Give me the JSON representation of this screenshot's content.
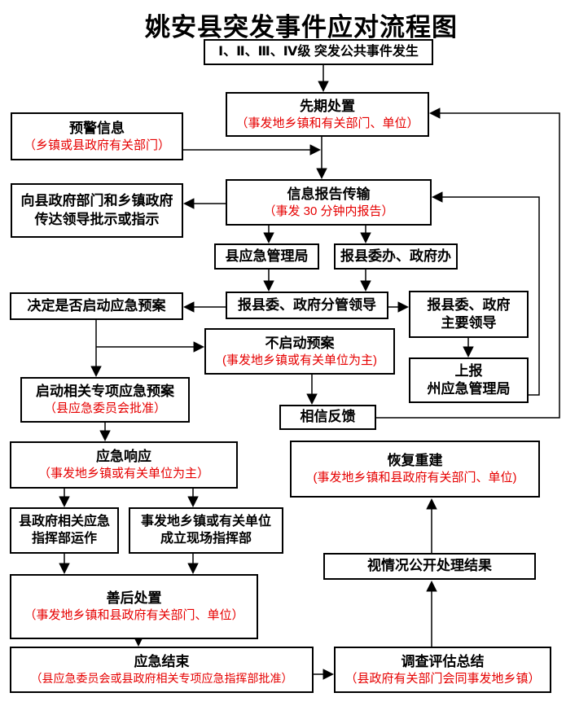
{
  "title": "姚安县突发事件应对流程图",
  "colors": {
    "red_text": "#e60000",
    "line": "#000000",
    "background": "#ffffff"
  },
  "boxes": [
    {
      "id": "event-level",
      "title": "Ⅰ、Ⅱ、Ⅲ、Ⅳ级 突发公共事件发生"
    },
    {
      "id": "initial-disposal",
      "title": "先期处置",
      "sub": "（事发地乡镇和有关部门、单位）"
    },
    {
      "id": "warning-info",
      "title": "预警信息",
      "sub": "（乡镇或县政府有关部门）"
    },
    {
      "id": "info-report",
      "title": "信息报告传输",
      "sub": "（事发 30 分钟内报告）"
    },
    {
      "id": "convey-instructions",
      "title": "向县政府部门和乡镇政府",
      "title2": "传达领导批示或指示"
    },
    {
      "id": "county-emergency-bureau",
      "title": "县应急管理局"
    },
    {
      "id": "report-committee-offices",
      "title": "报县委办、政府办"
    },
    {
      "id": "report-deputy-leaders",
      "title": "报县委、政府分管领导"
    },
    {
      "id": "decide-activation",
      "title": "决定是否启动应急预案"
    },
    {
      "id": "report-main-leaders",
      "title": "报县委、政府",
      "title2": "主要领导"
    },
    {
      "id": "not-activate",
      "title": "不启动预案",
      "sub": "(事发地乡镇或有关单位为主)"
    },
    {
      "id": "report-prefecture-bureau",
      "title": "上报",
      "title2": "州应急管理局"
    },
    {
      "id": "activate-plan",
      "title": "启动相关专项应急预案",
      "sub": "（县应急委员会批准）"
    },
    {
      "id": "feedback",
      "title": "相信反馈"
    },
    {
      "id": "emergency-response",
      "title": "应急响应",
      "sub": "（事发地乡镇或有关单位为主）"
    },
    {
      "id": "recovery",
      "title": "恢复重建",
      "sub": "(事发地乡镇和县政府有关部门、单位)"
    },
    {
      "id": "county-hq-operation",
      "title": "县政府相关应急",
      "title2": "指挥部运作"
    },
    {
      "id": "onsite-hq",
      "title": "事发地乡镇或有关单位",
      "title2": "成立现场指挥部"
    },
    {
      "id": "aftermath",
      "title": "善后处置",
      "sub": "（事发地乡镇和县政府有关部门、单位）"
    },
    {
      "id": "public-results",
      "title": "视情况公开处理结果"
    },
    {
      "id": "emergency-end",
      "title": "应急结束",
      "sub": "（县应急委员会或县政府相关专项应急指挥部批准）"
    },
    {
      "id": "investigation",
      "title": "调查评估总结",
      "sub": "（县政府有关部门会同事发地乡镇）"
    }
  ],
  "edges": [
    "event-level→initial-disposal",
    "initial-disposal→info-report",
    "warning-info→info-report",
    "info-report→convey-instructions",
    "info-report→county-emergency-bureau",
    "info-report→report-committee-offices",
    "county-emergency-bureau→report-deputy-leaders",
    "report-committee-offices→report-deputy-leaders",
    "report-deputy-leaders→decide-activation",
    "report-deputy-leaders→report-main-leaders",
    "decide-activation→not-activate",
    "decide-activation→activate-plan",
    "report-main-leaders→report-prefecture-bureau",
    "report-prefecture-bureau→info-report",
    "not-activate→feedback",
    "feedback→initial-disposal",
    "activate-plan→emergency-response",
    "emergency-response→county-hq-operation",
    "emergency-response→onsite-hq",
    "county-hq-operation→aftermath",
    "onsite-hq→aftermath",
    "aftermath→emergency-end",
    "emergency-end→investigation",
    "investigation→public-results",
    "public-results→recovery"
  ]
}
